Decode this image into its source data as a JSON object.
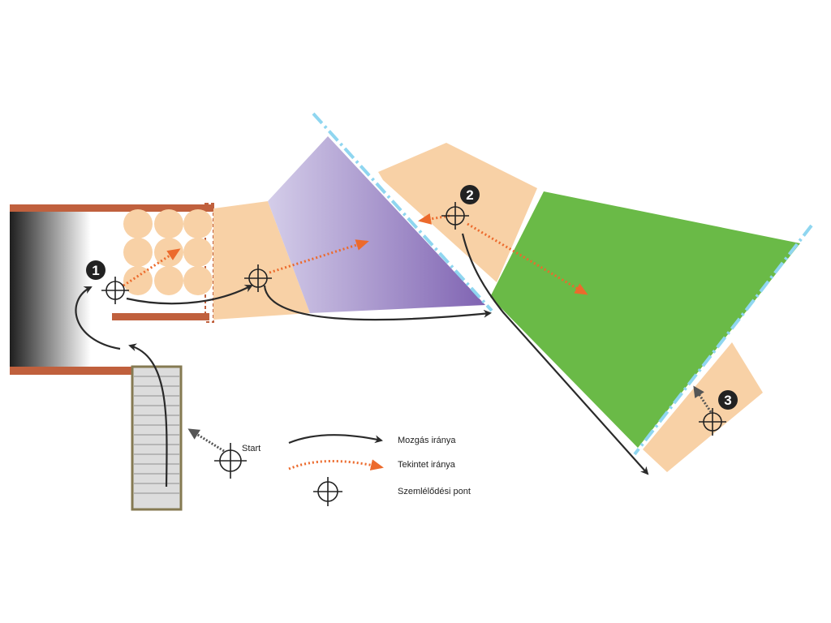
{
  "colors": {
    "wall": "#c0603d",
    "sand": "#f8d1a6",
    "violet": "#9a85c4",
    "green": "#6aba47",
    "water": "#8fd6f0",
    "move_arrow": "#2a2a2a",
    "view_arrow": "#ec6a2c",
    "marker": "#222222",
    "stairs_fill": "#dcdcdc",
    "stairs_edge": "#857a52"
  },
  "points": [
    {
      "number": "1",
      "icon": "crosshair-icon"
    },
    {
      "number": "2",
      "icon": "crosshair-icon"
    },
    {
      "number": "3",
      "icon": "crosshair-icon"
    }
  ],
  "start": {
    "label": "Start",
    "icon": "crosshair-icon"
  },
  "legend": {
    "movement": "Mozgás iránya",
    "view": "Tekintet iránya",
    "viewpoint": "Szemlélődési pont"
  }
}
